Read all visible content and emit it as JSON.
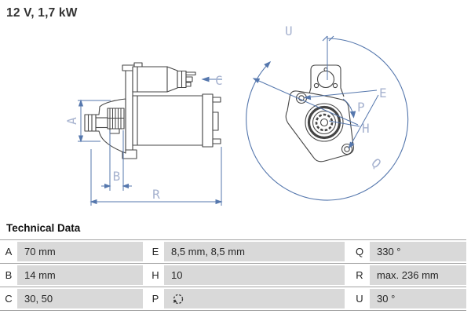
{
  "header": {
    "title": "12 V, 1,7 kW"
  },
  "diagram": {
    "side_view_labels": {
      "a": "A",
      "b": "B",
      "c": "C",
      "r": "R"
    },
    "front_view_labels": {
      "u": "U",
      "e": "E",
      "p": "P",
      "h": "H",
      "q": "Q"
    },
    "colors": {
      "outline": "#454545",
      "dimension_line": "#5577ad",
      "dimension_label": "#a6b2cf"
    }
  },
  "table": {
    "title": "Technical Data",
    "row_bg": "#d9d9d9",
    "rows": [
      {
        "cells": [
          {
            "letter": "A",
            "value": "70 mm"
          },
          {
            "letter": "E",
            "value": "8,5 mm, 8,5 mm"
          },
          {
            "letter": "Q",
            "value": "330 °"
          }
        ]
      },
      {
        "cells": [
          {
            "letter": "B",
            "value": "14 mm"
          },
          {
            "letter": "H",
            "value": "10"
          },
          {
            "letter": "R",
            "value": "max. 236 mm"
          }
        ]
      },
      {
        "cells": [
          {
            "letter": "C",
            "value": "30, 50"
          },
          {
            "letter": "P",
            "value": "",
            "icon": "rotation-direction-icon"
          },
          {
            "letter": "U",
            "value": "30 °"
          }
        ]
      }
    ]
  }
}
